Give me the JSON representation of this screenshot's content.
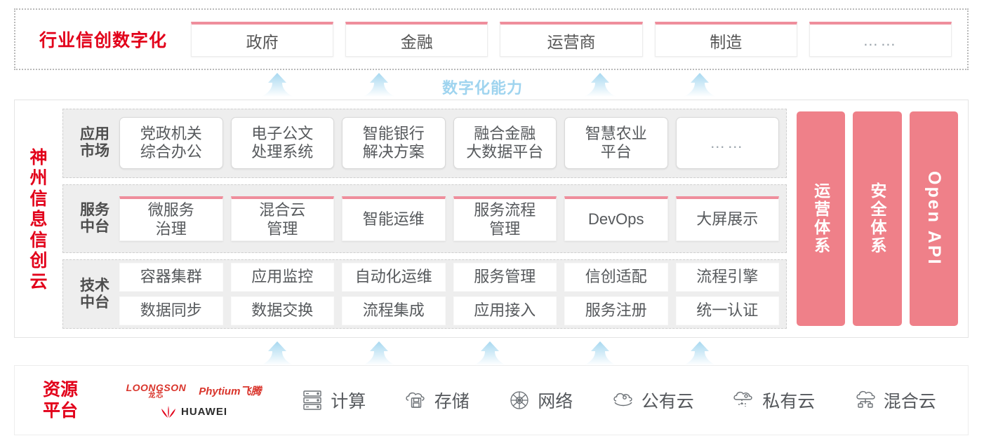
{
  "industry": {
    "title": "行业信创数字化",
    "cards": [
      {
        "label": "政府"
      },
      {
        "label": "金融"
      },
      {
        "label": "运营商"
      },
      {
        "label": "制造"
      },
      {
        "label": "……"
      }
    ]
  },
  "capability_label": "数字化能力",
  "cloud": {
    "title_chars": [
      "神",
      "州",
      "信",
      "息",
      "信",
      "创",
      "云"
    ],
    "layers": [
      {
        "name": "app-market",
        "label": "应用\n市场",
        "label_lines": [
          "应用",
          "市场"
        ],
        "cards": [
          {
            "label": "党政机关\n综合办公",
            "lines": [
              "党政机关",
              "综合办公"
            ]
          },
          {
            "label": "电子公文\n处理系统",
            "lines": [
              "电子公文",
              "处理系统"
            ]
          },
          {
            "label": "智能银行\n解决方案",
            "lines": [
              "智能银行",
              "解决方案"
            ]
          },
          {
            "label": "融合金融\n大数据平台",
            "lines": [
              "融合金融",
              "大数据平台"
            ]
          },
          {
            "label": "智慧农业\n平台",
            "lines": [
              "智慧农业",
              "平台"
            ]
          },
          {
            "label": "……",
            "lines": [
              "……"
            ],
            "dots": true
          }
        ]
      },
      {
        "name": "service-middle-platform",
        "label": "服务\n中台",
        "label_lines": [
          "服务",
          "中台"
        ],
        "cards": [
          {
            "label": "微服务\n治理",
            "lines": [
              "微服务",
              "治理"
            ]
          },
          {
            "label": "混合云\n管理",
            "lines": [
              "混合云",
              "管理"
            ]
          },
          {
            "label": "智能运维",
            "lines": [
              "智能运维"
            ]
          },
          {
            "label": "服务流程\n管理",
            "lines": [
              "服务流程",
              "管理"
            ]
          },
          {
            "label": "DevOps",
            "lines": [
              "DevOps"
            ]
          },
          {
            "label": "大屏展示",
            "lines": [
              "大屏展示"
            ]
          }
        ]
      },
      {
        "name": "tech-middle-platform",
        "label": "技术\n中台",
        "label_lines": [
          "技术",
          "中台"
        ],
        "row1": [
          "容器集群",
          "应用监控",
          "自动化运维",
          "服务管理",
          "信创适配",
          "流程引擎"
        ],
        "row2": [
          "数据同步",
          "数据交换",
          "流程集成",
          "应用接入",
          "服务注册",
          "统一认证"
        ]
      }
    ],
    "pillars": [
      {
        "label": "运营体系",
        "latin": false
      },
      {
        "label": "安全体系",
        "latin": false
      },
      {
        "label": "Open API",
        "latin": true
      }
    ]
  },
  "resource": {
    "title_lines": [
      "资源",
      "平台"
    ],
    "vendors": [
      {
        "name": "loongson",
        "en": "LOONGSON",
        "cn": "龙芯"
      },
      {
        "name": "phytium",
        "text": "Phytium飞腾"
      },
      {
        "name": "huawei",
        "text": "HUAWEI"
      }
    ],
    "items": [
      {
        "icon": "server-icon",
        "label": "计算"
      },
      {
        "icon": "cloud-storage-icon",
        "label": "存储"
      },
      {
        "icon": "network-icon",
        "label": "网络"
      },
      {
        "icon": "public-cloud-icon",
        "label": "公有云"
      },
      {
        "icon": "private-cloud-icon",
        "label": "私有云"
      },
      {
        "icon": "hybrid-cloud-icon",
        "label": "混合云"
      }
    ]
  },
  "colors": {
    "brand_red": "#e2001a",
    "pink": "#ef8089",
    "card_pink_rule": "#ef8e9c",
    "arrow_blue": "#bfe2f5",
    "capability_blue": "#9fd4ef",
    "panel_gray": "#eeeeee"
  }
}
